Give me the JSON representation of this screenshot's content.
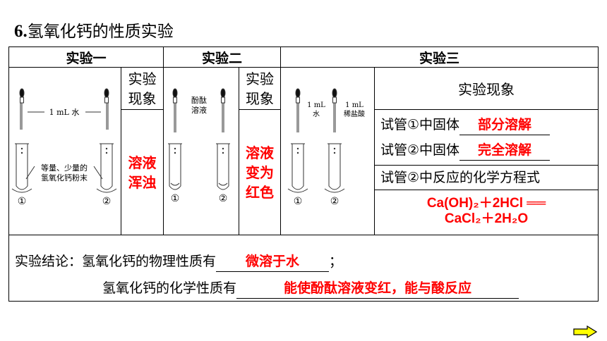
{
  "title": {
    "number": "6.",
    "text": "氢氧化钙的性质实验"
  },
  "headers": {
    "exp1": "实验一",
    "exp2": "实验二",
    "exp3": "实验三"
  },
  "observation_label": {
    "line1": "实验",
    "line2": "现象"
  },
  "exp3_observation_header": "实验现象",
  "exp1": {
    "label_top": "1 mL 水",
    "label_bottom_1": "等量、少量的",
    "label_bottom_2": "氢氧化钙粉末",
    "tube1": "①",
    "tube2": "②",
    "result_1": "溶液",
    "result_2": "浑浊"
  },
  "exp2": {
    "label_1": "酚酞",
    "label_2": "溶液",
    "tube1": "①",
    "tube2": "②",
    "result_1": "溶液",
    "result_2": "变为",
    "result_3": "红色"
  },
  "exp3": {
    "label_left_1": "1 mL",
    "label_left_2": "水",
    "label_right_1": "1 mL",
    "label_right_2": "稀盐酸",
    "tube1": "①",
    "tube2": "②",
    "row1_prefix": "试管①中固体",
    "row1_answer": "部分溶解",
    "row2_prefix": "试管②中固体",
    "row2_answer": "完全溶解",
    "row3_text": "试管②中反应的化学方程式",
    "equation_line1": "Ca(OH)₂＋2HCl ══",
    "equation_line2": "CaCl₂＋2H₂O"
  },
  "conclusion": {
    "label": "实验结论：",
    "physical_prefix": "氢氧化钙的物理性质有",
    "physical_answer": "微溶于水",
    "physical_suffix": "；",
    "chemical_prefix": "氢氧化钙的化学性质有",
    "chemical_answer": "能使酚酞溶液变红，能与酸反应"
  },
  "colors": {
    "answer": "#ff0000",
    "arrow_fill": "#ffff00",
    "arrow_stroke": "#000000"
  }
}
